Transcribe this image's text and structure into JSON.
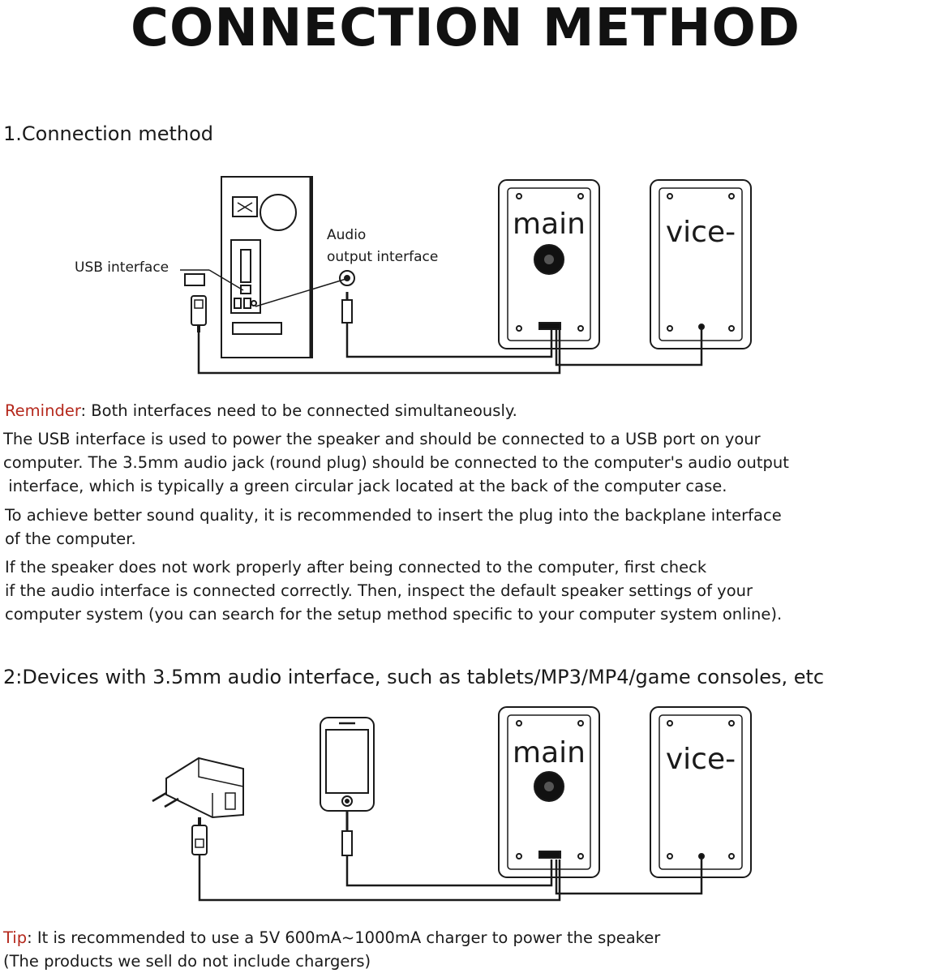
{
  "title": "CONNECTION METHOD",
  "section1": {
    "heading": "1.Connection method",
    "labels": {
      "usb": "USB interface",
      "audio_line1": "Audio",
      "audio_line2": "output interface",
      "main": "main",
      "vice": "vice-"
    },
    "reminder_label": "Reminder",
    "reminder_text": ": Both interfaces need to be connected simultaneously.",
    "para1": [
      "The USB interface is used to power the speaker and should be connected to a USB port on your",
      "computer. The 3.5mm audio jack (round plug) should be connected to the computer's audio output",
      " interface, which is typically a green circular jack located at the back of the computer case."
    ],
    "para2": [
      "To achieve better sound quality, it is recommended to insert the plug into the backplane interface",
      "of the computer."
    ],
    "para3": [
      "If the speaker does not work properly after being connected to the computer, first check",
      "if the audio interface is connected correctly. Then, inspect the default speaker settings of your",
      "computer system (you can search for the setup method specific to your computer system online)."
    ]
  },
  "section2": {
    "heading": "2:Devices with 3.5mm audio interface, such as tablets/MP3/MP4/game consoles, etc",
    "labels": {
      "main": "main",
      "vice": "vice-"
    },
    "tip_label": "Tip",
    "tip_text": ": It is recommended to use a 5V 600mA~1000mA charger to power the speaker",
    "tip_note": "(The products we sell do not include chargers)"
  },
  "icons": [
    "computer-tower-icon",
    "usb-plug-icon",
    "audio-jack-plug-icon",
    "main-speaker-icon",
    "vice-speaker-icon",
    "phone-icon",
    "power-adapter-icon"
  ]
}
